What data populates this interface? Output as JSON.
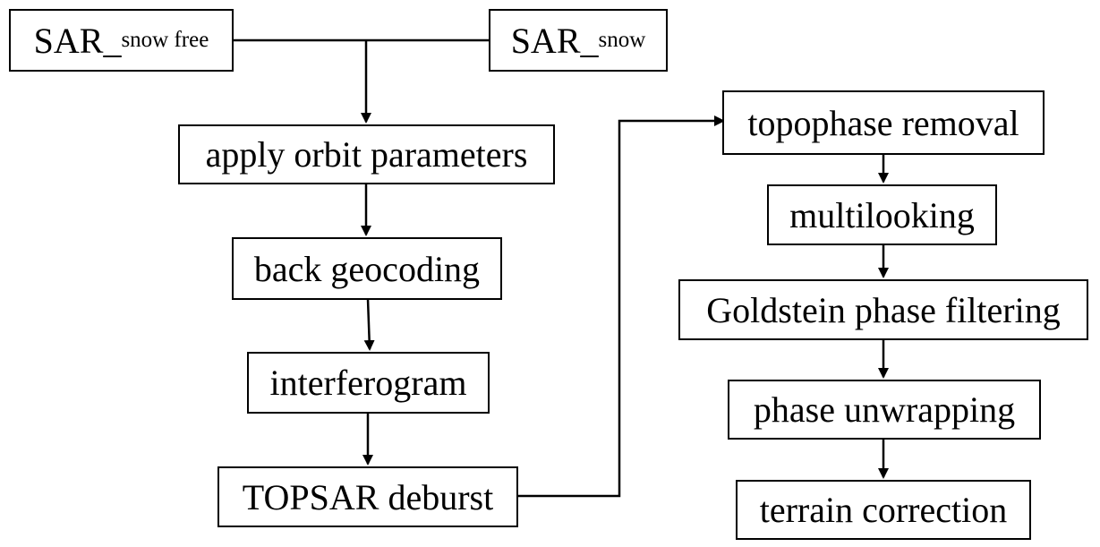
{
  "inputs": {
    "snow_free": {
      "main": "SAR_",
      "sub": "snow free"
    },
    "snow": {
      "main": "SAR_",
      "sub": "snow"
    }
  },
  "steps_left": [
    "apply orbit parameters",
    "back geocoding",
    "interferogram",
    "TOPSAR deburst"
  ],
  "steps_right": [
    "topophase removal",
    "multilooking",
    "Goldstein phase filtering",
    "phase unwrapping",
    "terrain correction"
  ]
}
